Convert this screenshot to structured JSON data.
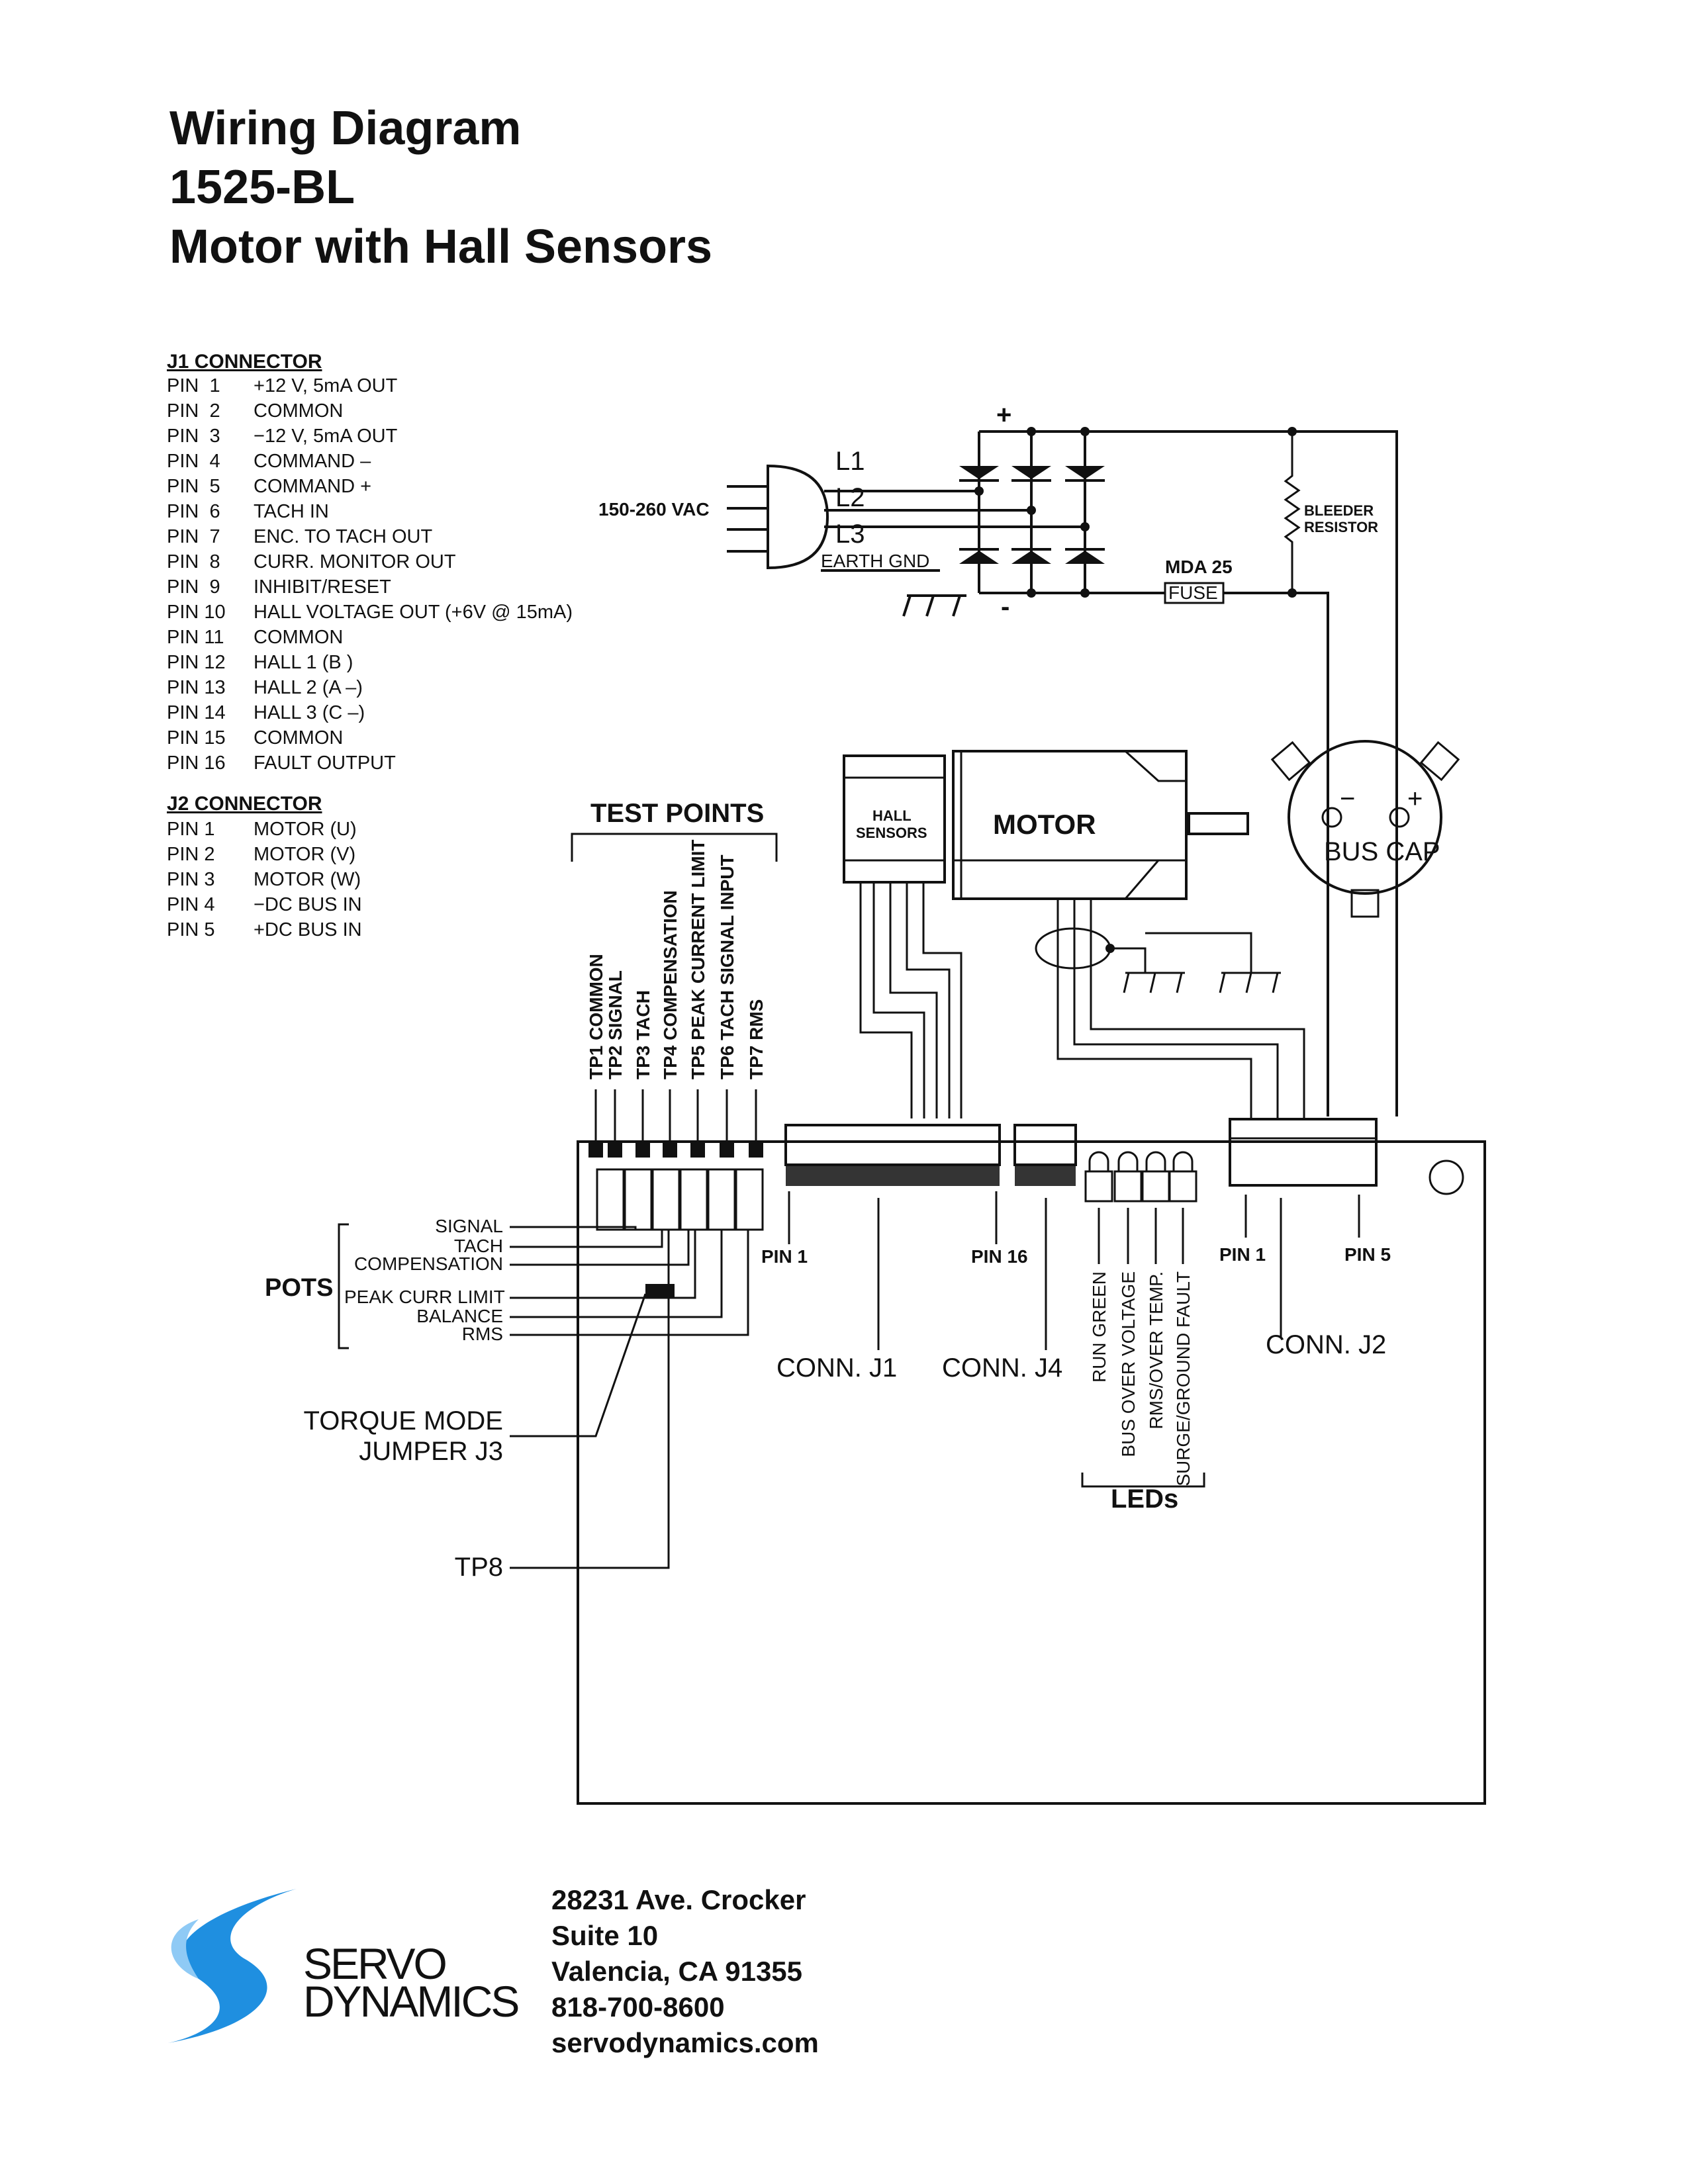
{
  "title": {
    "line1": "Wiring Diagram",
    "line2": "1525-BL",
    "line3": "Motor with Hall Sensors"
  },
  "j1": {
    "header": "J1 CONNECTOR",
    "pins": [
      {
        "pin": "PIN  1",
        "desc": "+12 V, 5mA OUT"
      },
      {
        "pin": "PIN  2",
        "desc": "COMMON"
      },
      {
        "pin": "PIN  3",
        "desc": "−12 V, 5mA OUT"
      },
      {
        "pin": "PIN  4",
        "desc": "COMMAND –"
      },
      {
        "pin": "PIN  5",
        "desc": "COMMAND +"
      },
      {
        "pin": "PIN  6",
        "desc": "TACH IN"
      },
      {
        "pin": "PIN  7",
        "desc": "ENC. TO TACH OUT"
      },
      {
        "pin": "PIN  8",
        "desc": "CURR. MONITOR OUT"
      },
      {
        "pin": "PIN  9",
        "desc": "INHIBIT/RESET"
      },
      {
        "pin": "PIN 10",
        "desc": "HALL VOLTAGE OUT (+6V @ 15mA)"
      },
      {
        "pin": "PIN 11",
        "desc": "COMMON"
      },
      {
        "pin": "PIN 12",
        "desc": "HALL 1 (B   )"
      },
      {
        "pin": "PIN 13",
        "desc": "HALL 2 (A –)"
      },
      {
        "pin": "PIN 14",
        "desc": "HALL 3 (C –)"
      },
      {
        "pin": "PIN 15",
        "desc": "COMMON"
      },
      {
        "pin": "PIN 16",
        "desc": "FAULT OUTPUT"
      }
    ]
  },
  "j2": {
    "header": "J2 CONNECTOR",
    "pins": [
      {
        "pin": "PIN  1",
        "desc": "MOTOR (U)"
      },
      {
        "pin": "PIN  2",
        "desc": "MOTOR (V)"
      },
      {
        "pin": "PIN  3",
        "desc": "MOTOR (W)"
      },
      {
        "pin": "PIN  4",
        "desc": "−DC BUS IN"
      },
      {
        "pin": "PIN  5",
        "desc": "+DC BUS IN"
      }
    ]
  },
  "power": {
    "vac": "150-260 VAC",
    "l1": "L1",
    "l2": "L2",
    "l3": "L3",
    "earth": "EARTH GND",
    "plus": "+",
    "minus": "-",
    "bleeder1": "BLEEDER",
    "bleeder2": "RESISTOR",
    "fuse_rating": "MDA 25",
    "fuse": "FUSE",
    "buscap": "BUS CAP",
    "cap_minus": "−",
    "cap_plus": "+"
  },
  "motor": {
    "hall1": "HALL",
    "hall2": "SENSORS",
    "label": "MOTOR"
  },
  "test_points": {
    "title": "TEST POINTS",
    "items": [
      "TP1  COMMON",
      "TP2  SIGNAL",
      "TP3  TACH",
      "TP4  COMPENSATION",
      "TP5  PEAK CURRENT LIMIT",
      "TP6  TACH SIGNAL INPUT",
      "TP7  RMS"
    ]
  },
  "pots": {
    "title": "POTS",
    "items": [
      "SIGNAL",
      "TACH",
      "COMPENSATION",
      "PEAK CURR LIMIT",
      "BALANCE",
      "RMS"
    ]
  },
  "jumper": {
    "line1": "TORQUE MODE",
    "line2": "JUMPER J3"
  },
  "tp8": "TP8",
  "connectors": {
    "j1_pin1": "PIN 1",
    "j1_pin16": "PIN 16",
    "conn_j1": "CONN. J1",
    "conn_j4": "CONN. J4",
    "j2_pin1": "PIN 1",
    "j2_pin5": "PIN 5",
    "conn_j2": "CONN. J2"
  },
  "leds": {
    "title": "LEDs",
    "items": [
      "RUN GREEN",
      "BUS OVER VOLTAGE",
      "RMS/OVER TEMP.",
      "SURGE/GROUND FAULT"
    ]
  },
  "footer": {
    "logo1": "SERVO",
    "logo2": "DYNAMICS",
    "address": [
      "28231 Ave. Crocker",
      "Suite 10",
      "Valencia, CA 91355",
      "818-700-8600",
      "servodynamics.com"
    ],
    "brand_color": "#1f8fe0"
  }
}
